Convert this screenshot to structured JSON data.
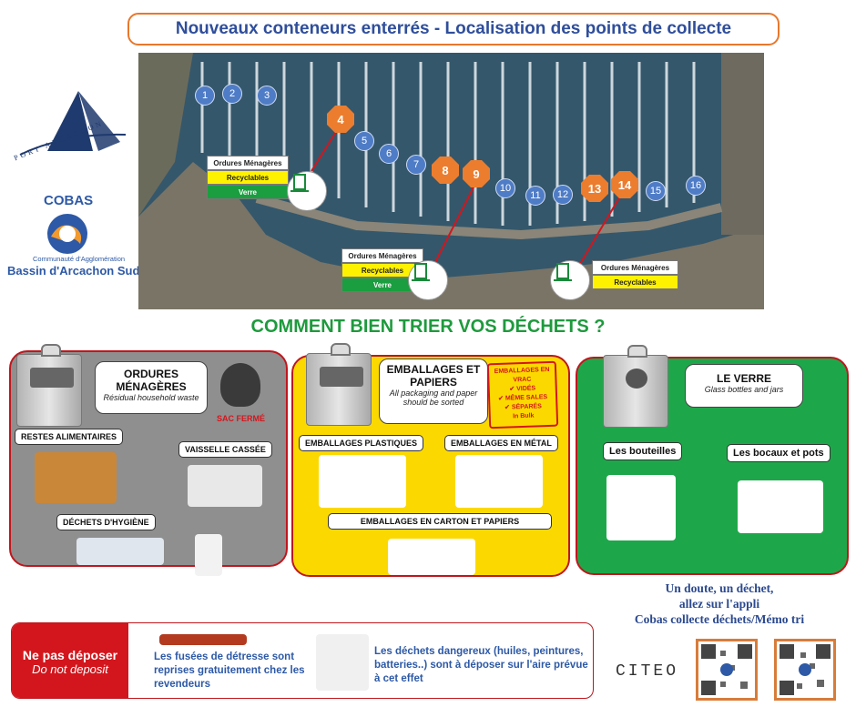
{
  "header": {
    "title": "Nouveaux conteneurs enterrés - Localisation des points de collecte"
  },
  "logos": {
    "port": "PORT ARCACHON",
    "cobas_title": "COBAS",
    "cobas_sub1": "Communauté d'Agglomération",
    "cobas_sub2": "Bassin d'Arcachon Sud"
  },
  "map": {
    "points_blue": [
      "1",
      "2",
      "3",
      "5",
      "6",
      "7",
      "10",
      "11",
      "12",
      "15",
      "16"
    ],
    "points_orange": [
      "4",
      "8",
      "9",
      "13",
      "14"
    ],
    "legend_om": "Ordures Ménagères",
    "legend_rec": "Recyclables",
    "legend_ver": "Verre"
  },
  "section_title": "COMMENT BIEN TRIER VOS DÉCHETS ?",
  "om": {
    "title": "ORDURES MÉNAGÈRES",
    "subtitle": "Résidual household waste",
    "bag": "SAC FERMÉ",
    "tag1": "RESTES ALIMENTAIRES",
    "tag2": "VAISSELLE CASSÉE",
    "tag3": "DÉCHETS D'HYGIÈNE"
  },
  "emb": {
    "title": "EMBALLAGES ET PAPIERS",
    "subtitle": "All packaging and paper should be sorted",
    "stamp1": "EMBALLAGES EN VRAC",
    "stamp2": "✔ VIDÉS",
    "stamp3": "✔ MÊME SALES",
    "stamp4": "✔ SÉPARÉS",
    "stamp5": "In Bulk",
    "tag1": "EMBALLAGES PLASTIQUES",
    "tag2": "EMBALLAGES EN MÉTAL",
    "tag3": "EMBALLAGES EN CARTON ET PAPIERS"
  },
  "verre": {
    "title": "LE VERRE",
    "subtitle": "Glass bottles and jars",
    "tag1": "Les bouteilles",
    "tag2": "Les bocaux et pots"
  },
  "app": {
    "line1": "Un doute, un déchet,",
    "line2": "allez sur l'appli",
    "line3": "Cobas collecte déchets/Mémo tri"
  },
  "nodepo": {
    "title": "Ne pas déposer",
    "subtitle": "Do not deposit",
    "text1": "Les fusées de détresse sont reprises gratuitement chez les revendeurs",
    "text2": "Les déchets dangereux (huiles, peintures, batteries..) sont à déposer sur l'aire prévue à cet effet"
  },
  "citeo": "CITEO"
}
